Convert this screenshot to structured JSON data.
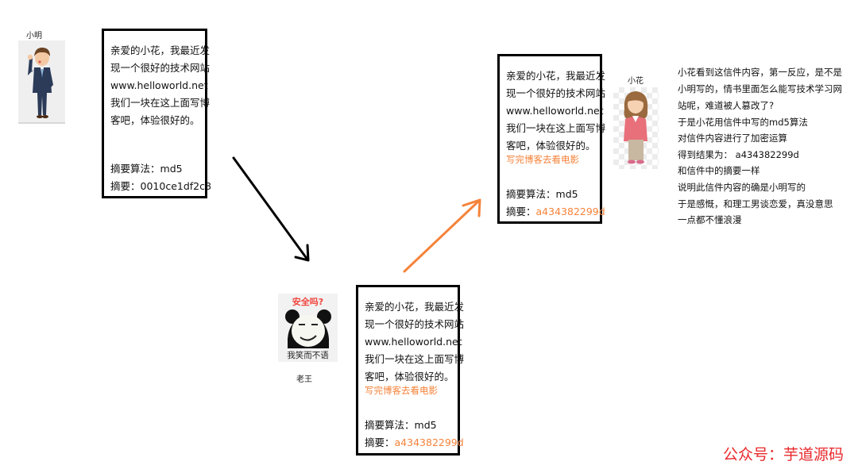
{
  "characters": {
    "xiaoming": {
      "name": "小明",
      "icon": "businessman-icon"
    },
    "xiaohua": {
      "name": "小花",
      "icon": "woman-icon"
    },
    "laowang": {
      "name": "老王",
      "icon": "panda-meme-icon",
      "meme_top": "安全吗?",
      "meme_bottom": "我笑而不语"
    }
  },
  "letters": [
    {
      "id": "original",
      "lines": [
        "亲爱的小花，我最近发",
        "现一个很好的技术网站",
        "www.helloworld.net",
        "我们一块在这上面写博",
        "客吧，体验很好的。"
      ],
      "added_line": null,
      "algorithm_label": "摘要算法：",
      "algorithm": "md5",
      "digest_label": "摘要：",
      "digest": "0010ce1df2c8",
      "digest_color": "#111111"
    },
    {
      "id": "tampered",
      "lines": [
        "亲爱的小花，我最近发",
        "现一个很好的技术网站",
        "www.helloworld.net",
        "我们一块在这上面写博",
        "客吧，体验很好的。"
      ],
      "added_line": "写完博客去看电影",
      "algorithm_label": "摘要算法：",
      "algorithm": "md5",
      "digest_label": "摘要：",
      "digest": "a434382299d",
      "digest_color": "#f5833a"
    },
    {
      "id": "received",
      "lines": [
        "亲爱的小花，我最近发",
        "现一个很好的技术网站",
        "www.helloworld.net",
        "我们一块在这上面写博",
        "客吧，体验很好的。"
      ],
      "added_line": "写完博客去看电影",
      "algorithm_label": "摘要算法：",
      "algorithm": "md5",
      "digest_label": "摘要：",
      "digest": "a434382299d",
      "digest_color": "#f5833a"
    }
  ],
  "arrows": [
    {
      "name": "arrow-to-laowang",
      "color": "#000000"
    },
    {
      "name": "arrow-to-xiaohua",
      "color": "#f5833a"
    }
  ],
  "narration": [
    "小花看到这信件内容，第一反应，是不是",
    "小明写的，情书里面怎么能写技术学习网",
    "站呢，难道被人篡改了?",
    "于是小花用信件中写的md5算法",
    "对信件内容进行了加密运算",
    "得到结果为：  a434382299d",
    "和信件中的摘要一样",
    "说明此信件内容的确是小明写的",
    "于是感慨，和理工男谈恋爱，真没意思",
    "一点都不懂浪漫"
  ],
  "watermark": "公众号：芋道源码",
  "colors": {
    "accent_orange": "#f5833a",
    "watermark_red": "#e8282b",
    "border": "#000000"
  }
}
